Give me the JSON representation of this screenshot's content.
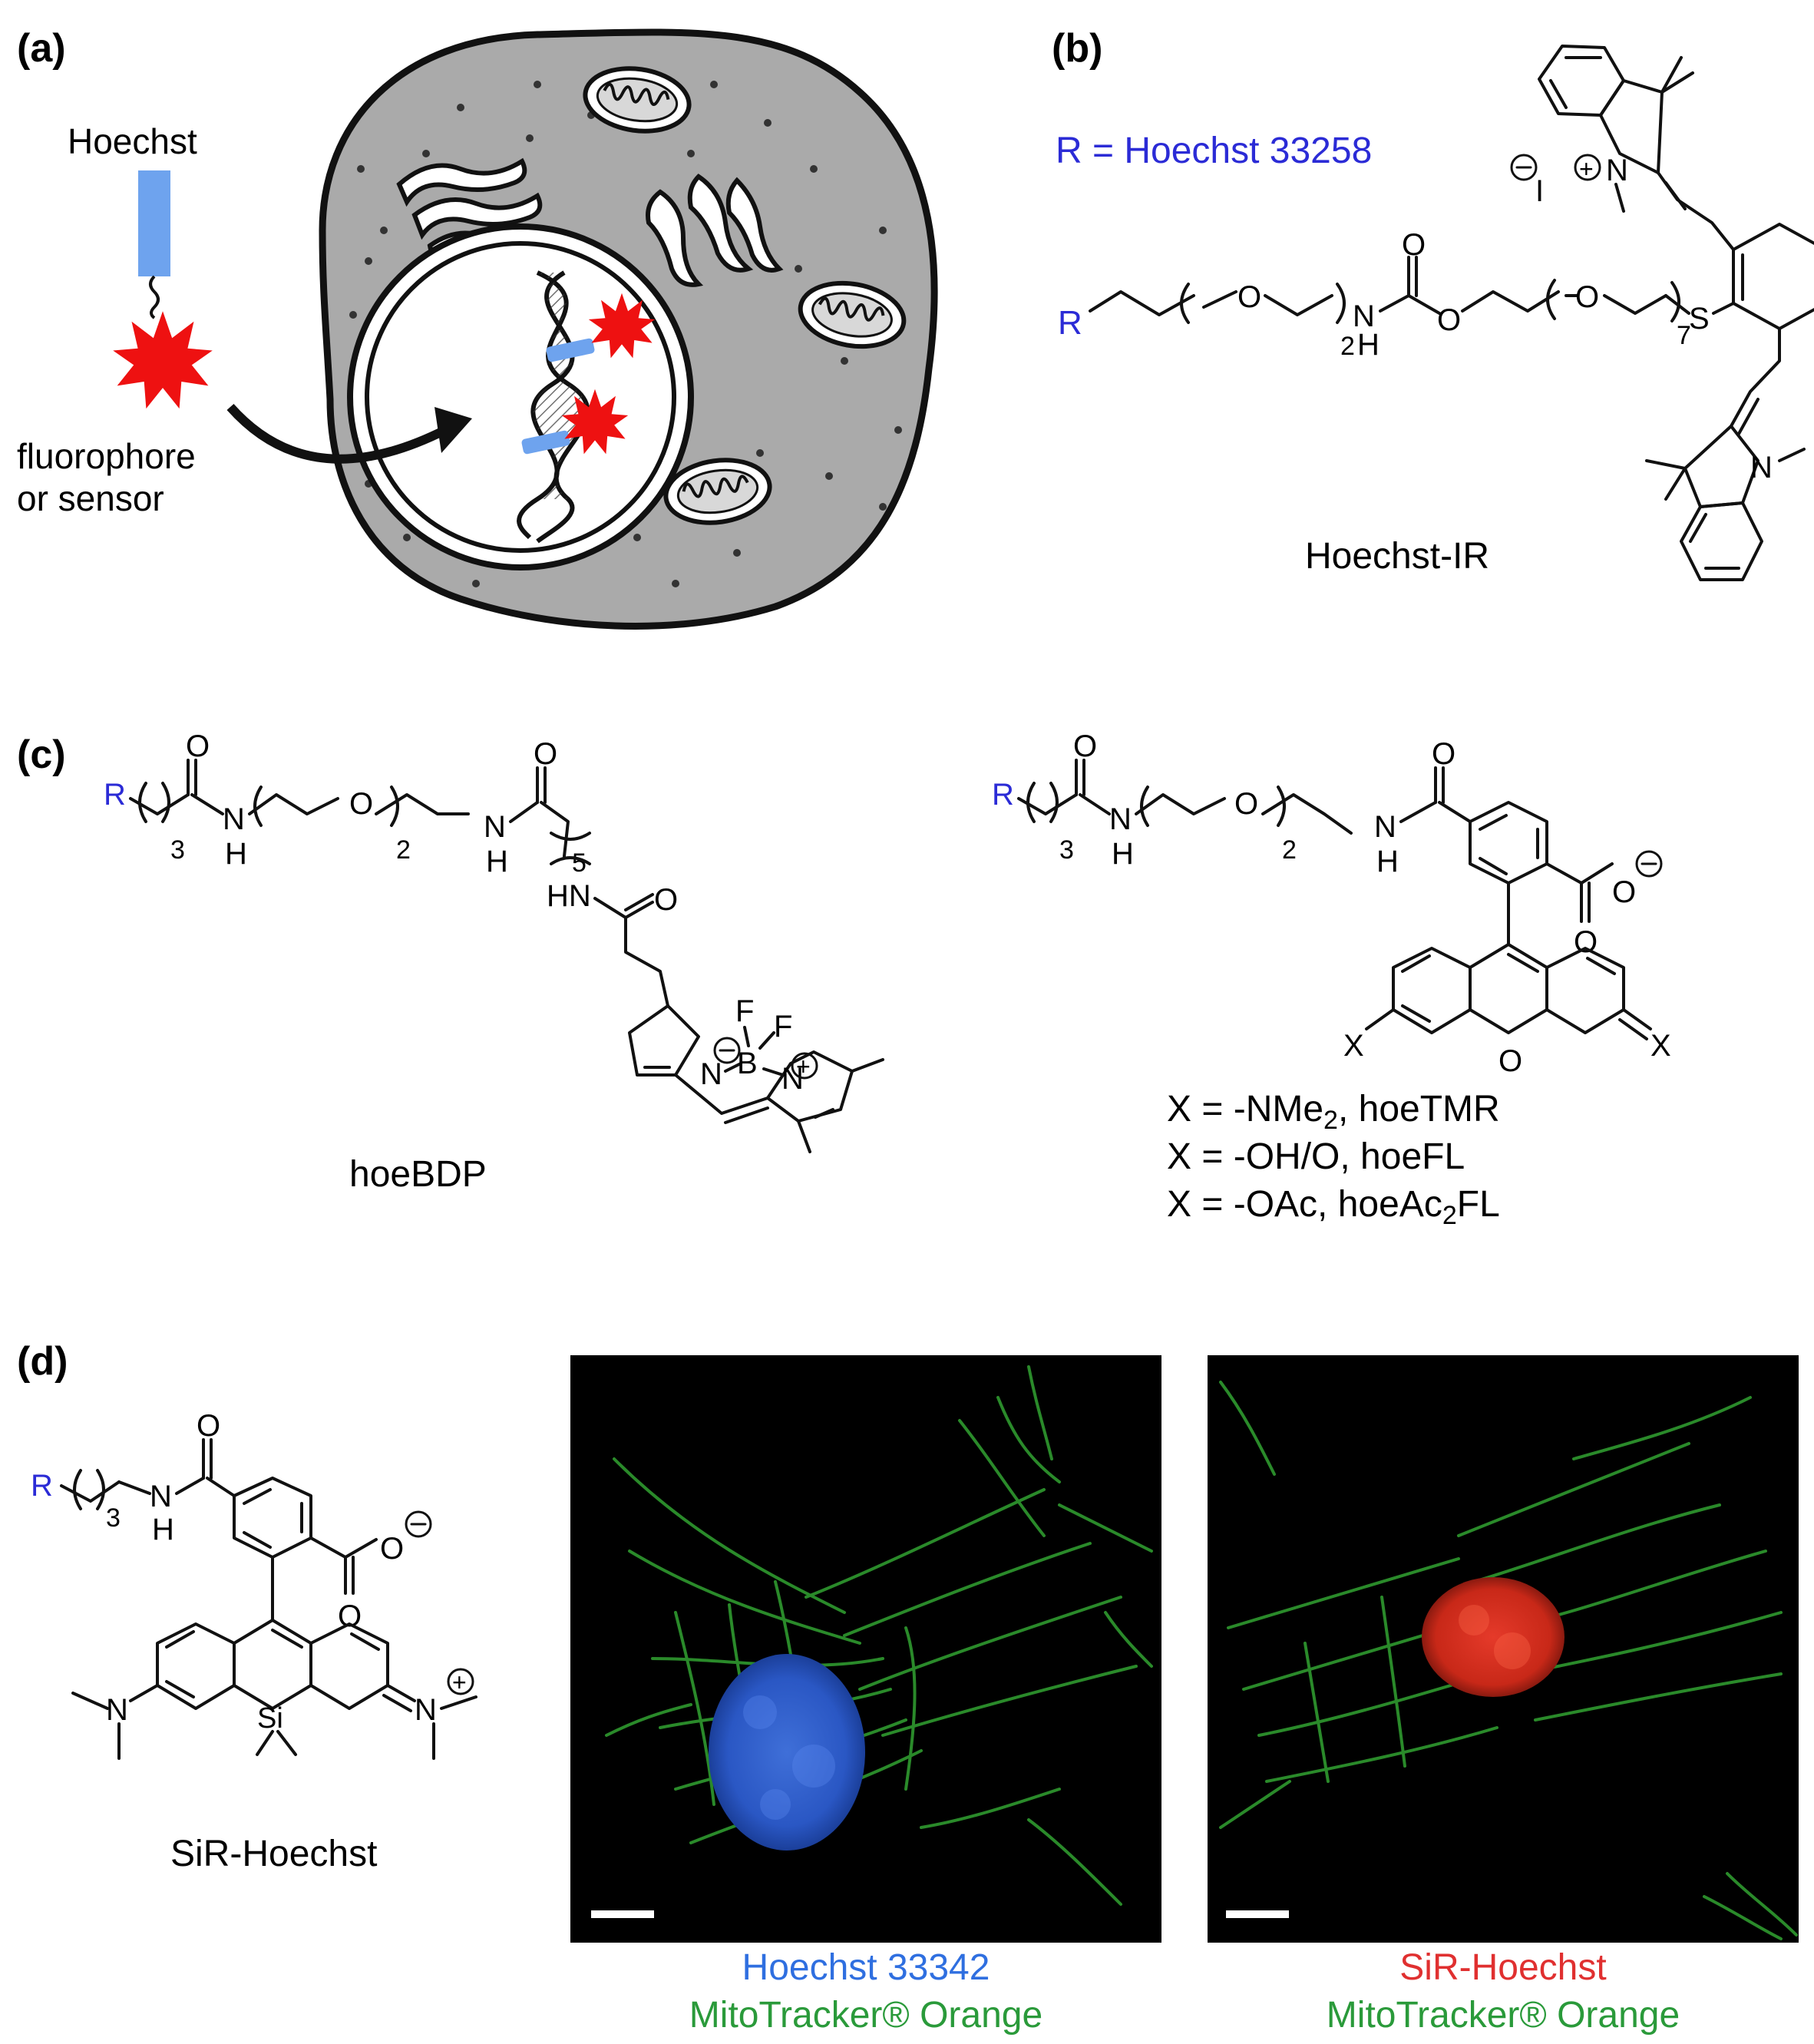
{
  "panels": {
    "a": {
      "label": "(a)",
      "hoechst_label": "Hoechst",
      "fluor_line1": "fluorophore",
      "fluor_line2": "or sensor"
    },
    "b": {
      "label": "(b)",
      "r_def": "R = Hoechst 33258",
      "r": "R",
      "sub2H_a": "2",
      "sub2H_b": "H",
      "nh_N": "N",
      "o": "O",
      "sub7": "7",
      "s": "S",
      "n": "N",
      "iodide": "I",
      "name": "Hoechst-IR"
    },
    "c": {
      "label": "(c)",
      "r": "R",
      "o": "O",
      "n": "N",
      "h": "H",
      "hn": "HN",
      "b": "B",
      "f": "F",
      "sub3": "3",
      "sub2": "2",
      "sub5": "5",
      "x": "X",
      "bdp_name": "hoeBDP",
      "x_line1_pre": "X = -NMe",
      "x_line1_sub": "2",
      "x_line1_post": ", hoeTMR",
      "x_line2": "X = -OH/O, hoeFL",
      "x_line3_pre": "X = -OAc, hoeAc",
      "x_line3_sub": "2",
      "x_line3_post": "FL"
    },
    "d": {
      "label": "(d)",
      "r": "R",
      "o": "O",
      "n": "N",
      "h": "H",
      "si": "Si",
      "sub3": "3",
      "name": "SiR-Hoechst",
      "img1_caption1": "Hoechst 33342",
      "img1_caption2": "MitoTracker® Orange",
      "img2_caption1": "SiR-Hoechst",
      "img2_caption2": "MitoTracker® Orange"
    }
  },
  "colors": {
    "r_blue": "#2b2bd6",
    "caption_blue": "#2f6fe0",
    "caption_red": "#e03030",
    "caption_green": "#2a9a3a",
    "hoechst_bar": "#6ea3ee",
    "fluor_red": "#ee1111",
    "cell_gray": "#aaaaaa"
  }
}
